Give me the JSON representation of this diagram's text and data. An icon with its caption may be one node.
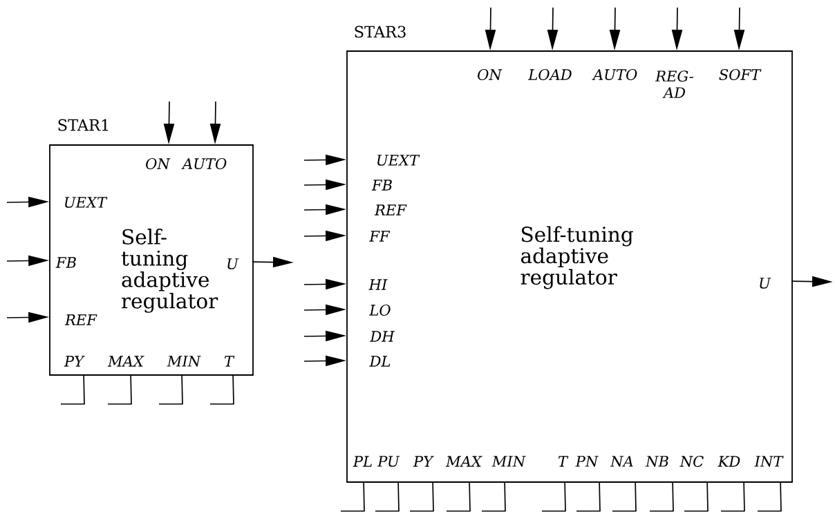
{
  "diagram": {
    "nodes": [
      {
        "text": [
          "STAR1",
          "Self-tuning adaptive regulator"
        ]
      },
      {
        "text": [
          "STAR3",
          "Self-tuning adaptive regulator"
        ]
      }
    ],
    "edges": [
      {
        "from": null,
        "to": 0,
        "arrow": "to"
      },
      {
        "from": null,
        "to": 0,
        "arrow": "to"
      },
      {
        "from": null,
        "to": 0,
        "arrow": "to"
      },
      {
        "from": null,
        "to": 0,
        "arrow": "to"
      },
      {
        "from": null,
        "to": 0,
        "arrow": "to"
      },
      {
        "from": 0,
        "to": null,
        "arrow": "to"
      },
      {
        "from": 0,
        "to": null,
        "arrow": "none"
      },
      {
        "from": 0,
        "to": null,
        "arrow": "none"
      },
      {
        "from": 0,
        "to": null,
        "arrow": "none"
      },
      {
        "from": 0,
        "to": null,
        "arrow": "none"
      },
      {
        "from": null,
        "to": 1,
        "arrow": "to"
      },
      {
        "from": null,
        "to": 1,
        "arrow": "to"
      },
      {
        "from": null,
        "to": 1,
        "arrow": "to"
      },
      {
        "from": null,
        "to": 1,
        "arrow": "to"
      },
      {
        "from": null,
        "to": 1,
        "arrow": "to"
      },
      {
        "from": null,
        "to": 1,
        "arrow": "to"
      },
      {
        "from": null,
        "to": 1,
        "arrow": "to"
      },
      {
        "from": null,
        "to": 1,
        "arrow": "to"
      },
      {
        "from": null,
        "to": 1,
        "arrow": "to"
      },
      {
        "from": null,
        "to": 1,
        "arrow": "to"
      },
      {
        "from": null,
        "to": 1,
        "arrow": "to"
      },
      {
        "from": null,
        "to": 1,
        "arrow": "to"
      },
      {
        "from": null,
        "to": 1,
        "arrow": "to"
      },
      {
        "from": 1,
        "to": null,
        "arrow": "to"
      },
      {
        "from": 1,
        "to": null,
        "arrow": "none"
      },
      {
        "from": 1,
        "to": null,
        "arrow": "none"
      },
      {
        "from": 1,
        "to": null,
        "arrow": "none"
      },
      {
        "from": 1,
        "to": null,
        "arrow": "none"
      },
      {
        "from": 1,
        "to": null,
        "arrow": "none"
      },
      {
        "from": 1,
        "to": null,
        "arrow": "none"
      },
      {
        "from": 1,
        "to": null,
        "arrow": "none"
      },
      {
        "from": 1,
        "to": null,
        "arrow": "none"
      },
      {
        "from": 1,
        "to": null,
        "arrow": "none"
      },
      {
        "from": 1,
        "to": null,
        "arrow": "none"
      },
      {
        "from": 1,
        "to": null,
        "arrow": "none"
      },
      {
        "from": 1,
        "to": null,
        "arrow": "none"
      }
    ],
    "labels": [
      "ON",
      "AUTO",
      "UEXT",
      "FB",
      "REF",
      "U",
      "PY",
      "MAX",
      "MIN",
      "T",
      "ON",
      "LOAD",
      "AUTO",
      "REG- AD",
      "SOFT",
      "UEXT",
      "FB",
      "REF",
      "FF",
      "HI",
      "LO",
      "DH",
      "DL",
      "U",
      "PL",
      "PU",
      "PY",
      "MAX",
      "MIN",
      "T",
      "PN",
      "NA",
      "NB",
      "NC",
      "KD",
      "INT"
    ]
  }
}
